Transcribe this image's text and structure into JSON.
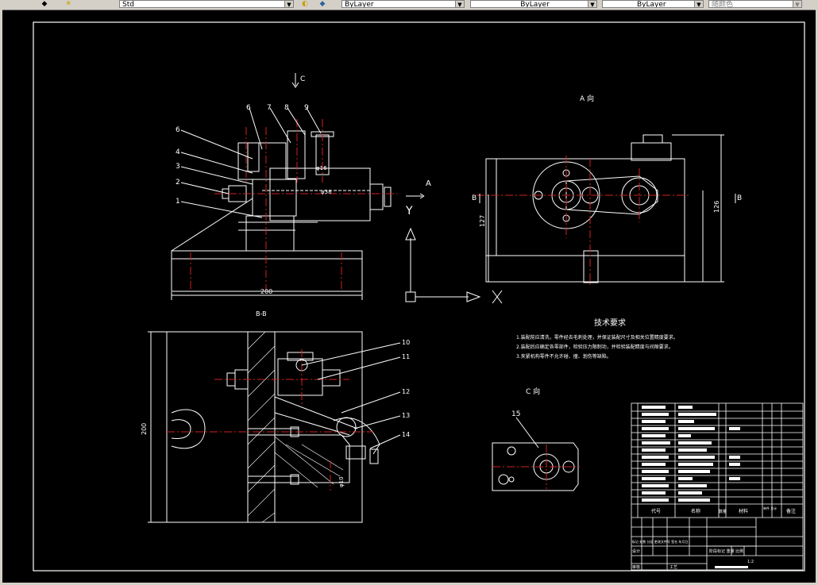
{
  "toolbar": {
    "text_style": "Std",
    "color_control": "ByLayer",
    "linetype_control": "ByLayer",
    "lineweight_control": "ByLayer",
    "plotstyle_control": "随颜色"
  },
  "drawing": {
    "section_view_arrow": "C",
    "part_numbers_left": [
      "6",
      "7",
      "8",
      "9",
      "6",
      "4",
      "3",
      "2",
      "1"
    ],
    "dim_front_width": "200",
    "dim_phi16": "φ16",
    "dim_phi38": "φ38",
    "view_a_title": "A 向",
    "view_a_arrow": "A",
    "axis_y": "Y",
    "axis_x": "X",
    "view_b_label": "B",
    "dim_127": "127",
    "dim_126": "126",
    "section_b_title": "B-B",
    "dim_side_200": "200",
    "dim_phi10": "φ10",
    "part_numbers_bottom": [
      "10",
      "11",
      "12",
      "13",
      "14"
    ],
    "view_c_title": "C 向",
    "part_number_15": "15",
    "tech_req_title": "技术要求",
    "tech_req": [
      "1.装配前应清洗，零件经去毛刺处理，并保证装配尺寸及相关位置精度要求。",
      "2.装配后应确定各零部件，检验压力限制功，并检验装配精度与间隙要求。",
      "3.夹紧机构零件不允许碰、撞、划伤等缺陷。"
    ],
    "title_block": {
      "col_code": "代号",
      "col_name": "名称",
      "col_qty": "数量",
      "col_material": "材料",
      "col_weight": "单件 总计",
      "col_note": "备注",
      "scale": "1:2",
      "sign_marks": "标记 处数 分区 更改文件号 签名 年月日",
      "design": "设计",
      "audit": "审核",
      "process": "工艺",
      "stage": "阶段标记 重量 比例"
    }
  }
}
